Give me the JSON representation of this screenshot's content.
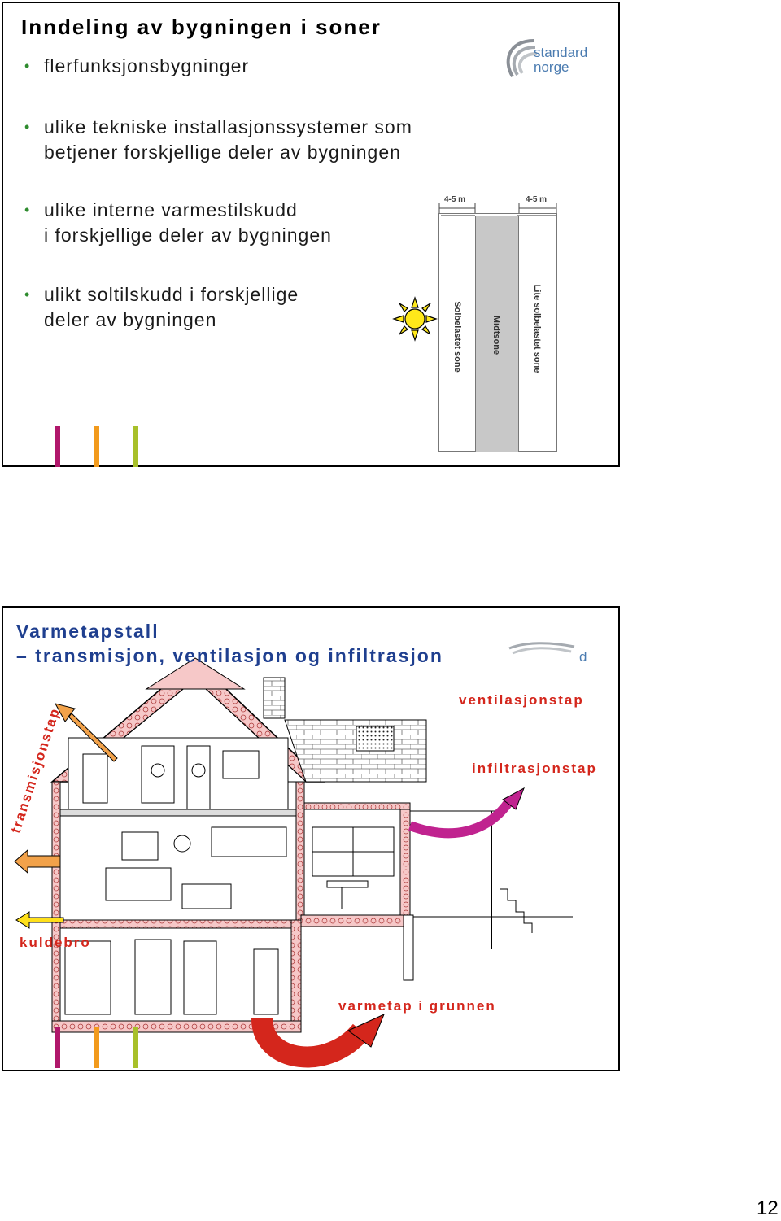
{
  "slide1": {
    "title": "Inndeling av bygningen i soner",
    "bullets": [
      {
        "lines": [
          "flerfunksjonsbygninger"
        ]
      },
      {
        "lines": [
          "ulike tekniske installasjonssystemer som",
          "betjener forskjellige deler av bygningen"
        ]
      },
      {
        "lines": [
          "ulike interne varmestilskudd",
          "i forskjellige deler av bygningen"
        ]
      },
      {
        "lines": [
          "ulikt soltilskudd i forskjellige",
          "deler av bygningen"
        ]
      }
    ],
    "logo": {
      "line1": "standard",
      "line2": "norge"
    },
    "zone_diagram": {
      "dim_left": "4-5 m",
      "dim_right": "4-5 m",
      "zone_left": "Solbelastet sone",
      "zone_middle": "Midtsone",
      "zone_right": "Lite solbelastet sone"
    },
    "accent_bars": [
      "#b0176b",
      "#f29a1c",
      "#a8c02a"
    ]
  },
  "slide2": {
    "title_line1": "Varmetapstall",
    "title_line2": "– transmisjon, ventilasjon og infiltrasjon",
    "logo_partial": "d",
    "labels": {
      "transmission": "transmisjonstap",
      "ventilation": "ventilasjonstap",
      "infiltration": "infiltrasjonstap",
      "thermal_bridge": "kuldebro",
      "ground": "varmetap i grunnen"
    },
    "accent_bars": [
      "#b0176b",
      "#f29a1c",
      "#a8c02a"
    ]
  },
  "page_number": "12"
}
